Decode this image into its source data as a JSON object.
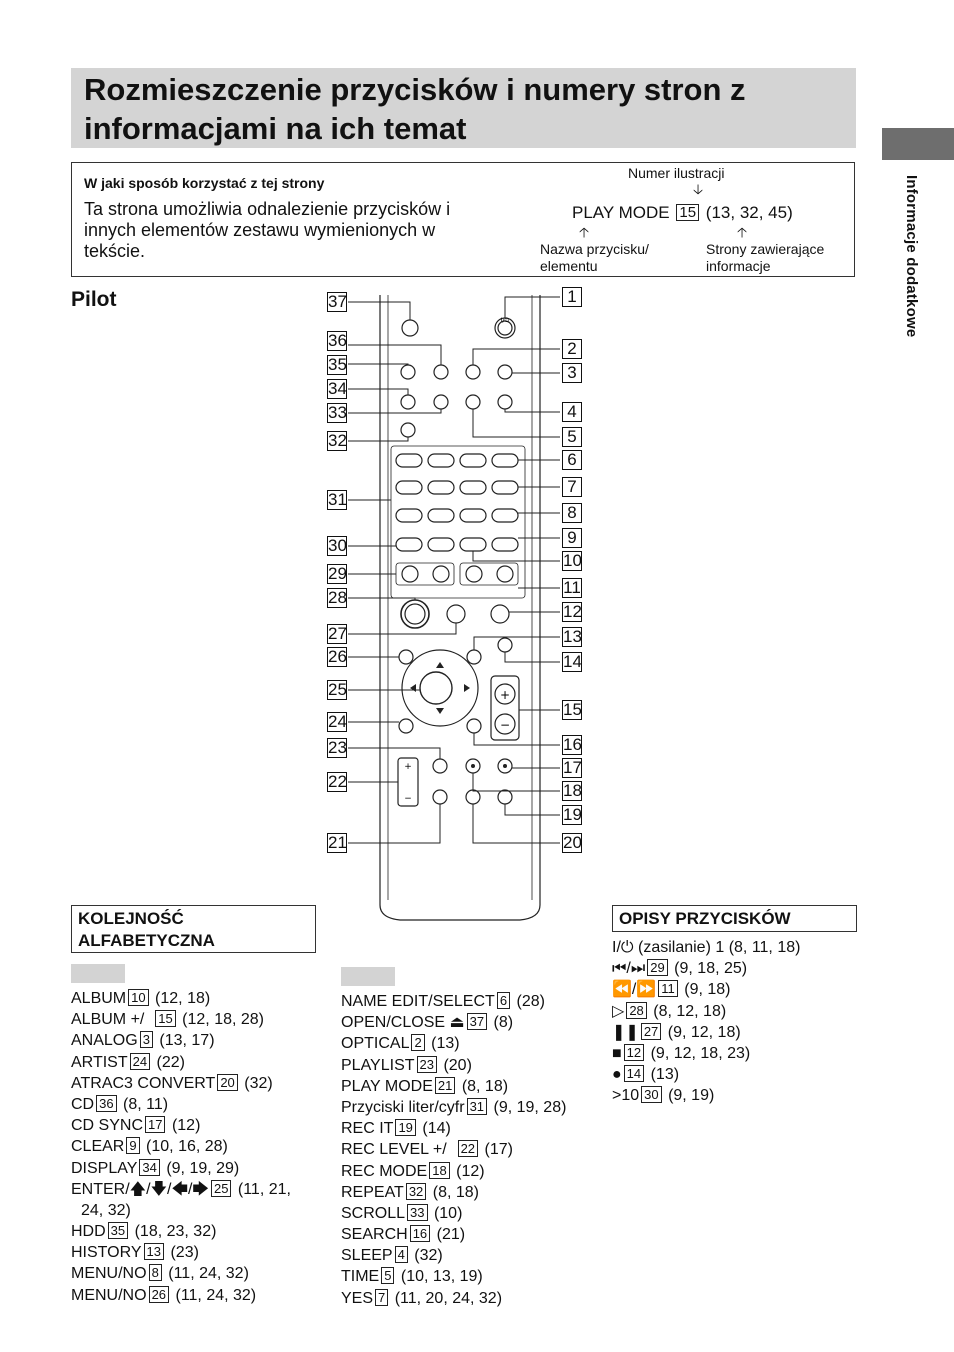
{
  "page": {
    "title": "Rozmieszczenie przycisków i numery stron z informacjami na ich temat",
    "side_label": "Informacje dodatkowe"
  },
  "howto": {
    "heading": "W jaki sposób korzystać z tej strony",
    "body": "Ta strona umożliwia odnalezienie przycisków i innych elementów zestawu wymienionych w tekście.",
    "label_number": "Numer ilustracji",
    "example_name": "PLAY MODE",
    "example_num": "15",
    "example_pages": "(13, 32, 45)",
    "label_name": "Nazwa przycisku/ elementu",
    "label_pages": "Strony zawierające informacje",
    "arrow_down": "🡣",
    "arrow_up": "🡡"
  },
  "pilot": {
    "heading": "Pilot"
  },
  "remote": {
    "callouts_left": [
      "37",
      "36",
      "35",
      "34",
      "33",
      "32",
      "31",
      "30",
      "29",
      "28",
      "27",
      "26",
      "25",
      "24",
      "23",
      "22",
      "21"
    ],
    "callouts_right": [
      "1",
      "2",
      "3",
      "4",
      "5",
      "6",
      "7",
      "8",
      "9",
      "10",
      "11",
      "12",
      "13",
      "14",
      "15",
      "16",
      "17",
      "18",
      "19",
      "20"
    ],
    "power_symbol": "I/⏻",
    "vol_plus": "+",
    "vol_minus": "−"
  },
  "alpha": {
    "heading": "KOLEJNOŚĆ ALFABETYCZNA",
    "col1": [
      {
        "name": "ALBUM",
        "num": "10",
        "pages": "(12, 18)"
      },
      {
        "name": "ALBUM +/",
        "num": "15",
        "pages": "(12, 18, 28)"
      },
      {
        "name": "ANALOG",
        "num": "3",
        "pages": "(13, 17)"
      },
      {
        "name": "ARTIST",
        "num": "24",
        "pages": "(22)"
      },
      {
        "name": "ATRAC3 CONVERT",
        "num": "20",
        "pages": "(32)"
      },
      {
        "name": "CD",
        "num": "36",
        "pages": "(8, 11)"
      },
      {
        "name": "CD SYNC",
        "num": "17",
        "pages": "(12)"
      },
      {
        "name": "CLEAR",
        "num": "9",
        "pages": "(10, 16, 28)"
      },
      {
        "name": "DISPLAY",
        "num": "34",
        "pages": "(9, 19, 29)"
      },
      {
        "name": "ENTER/🡅/🡇/🡄/🡆",
        "num": "25",
        "pages": "(11, 21,"
      },
      {
        "name": "  24, 32)",
        "num": "",
        "pages": ""
      },
      {
        "name": "HDD",
        "num": "35",
        "pages": "(18, 23, 32)"
      },
      {
        "name": "HISTORY",
        "num": "13",
        "pages": "(23)"
      },
      {
        "name": "MENU/NO",
        "num": "8",
        "pages": "(11, 24, 32)"
      },
      {
        "name": "MENU/NO",
        "num": "26",
        "pages": "(11, 24, 32)"
      }
    ],
    "col2": [
      {
        "name": "NAME EDIT/SELECT",
        "num": "6",
        "pages": "(28)"
      },
      {
        "name": "OPEN/CLOSE ⏏",
        "num": "37",
        "pages": "(8)"
      },
      {
        "name": "OPTICAL",
        "num": "2",
        "pages": "(13)"
      },
      {
        "name": "PLAYLIST",
        "num": "23",
        "pages": "(20)"
      },
      {
        "name": "PLAY MODE",
        "num": "21",
        "pages": "(8, 18)"
      },
      {
        "name": "Przyciski liter/cyfr",
        "num": "31",
        "pages": "(9, 19, 28)"
      },
      {
        "name": "REC IT",
        "num": "19",
        "pages": "(14)"
      },
      {
        "name": "REC LEVEL +/",
        "num": "22",
        "pages": "(17)"
      },
      {
        "name": "REC MODE",
        "num": "18",
        "pages": "(12)"
      },
      {
        "name": "REPEAT",
        "num": "32",
        "pages": "(8, 18)"
      },
      {
        "name": "SCROLL",
        "num": "33",
        "pages": "(10)"
      },
      {
        "name": "SEARCH",
        "num": "16",
        "pages": "(21)"
      },
      {
        "name": "SLEEP",
        "num": "4",
        "pages": "(32)"
      },
      {
        "name": "TIME",
        "num": "5",
        "pages": "(10, 13, 19)"
      },
      {
        "name": "YES",
        "num": "7",
        "pages": "(11, 20, 24, 32)"
      }
    ]
  },
  "desc": {
    "heading": "OPISY PRZYCISKÓW",
    "items": [
      {
        "name": "I/⏻ (zasilanie) 1",
        "num": "",
        "pages": "(8, 11, 18)"
      },
      {
        "name": "⏮/⏭",
        "num": "29",
        "pages": "(9, 18, 25)"
      },
      {
        "name": "⏪/⏩",
        "num": "11",
        "pages": "(9, 18)"
      },
      {
        "name": "▷",
        "num": "28",
        "pages": "(8, 12, 18)"
      },
      {
        "name": "❚❚",
        "num": "27",
        "pages": "(9, 12, 18)"
      },
      {
        "name": "■",
        "num": "12",
        "pages": "(9, 12, 18, 23)"
      },
      {
        "name": "●",
        "num": "14",
        "pages": "(13)"
      },
      {
        "name": ">10",
        "num": "30",
        "pages": "(9, 19)"
      }
    ]
  }
}
